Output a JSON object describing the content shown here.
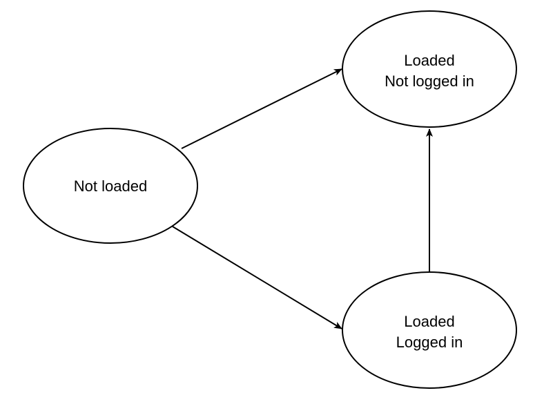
{
  "nodes": {
    "not_loaded": {
      "lines": [
        "Not loaded"
      ]
    },
    "loaded_not_logged_in": {
      "lines": [
        "Loaded",
        "Not logged in"
      ]
    },
    "loaded_logged_in": {
      "lines": [
        "Loaded",
        "Logged in"
      ]
    }
  },
  "edges": [
    {
      "from": "not_loaded",
      "to": "loaded_not_logged_in"
    },
    {
      "from": "not_loaded",
      "to": "loaded_logged_in"
    },
    {
      "from": "loaded_logged_in",
      "to": "loaded_not_logged_in"
    }
  ],
  "style": {
    "stroke": "#000000",
    "fill": "#ffffff",
    "text": "#000000"
  }
}
